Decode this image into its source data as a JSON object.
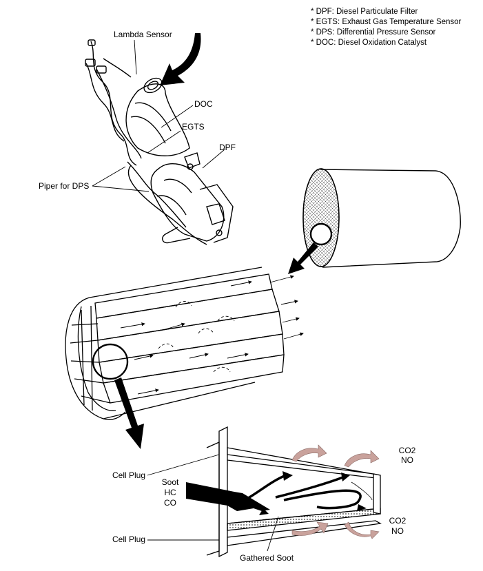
{
  "legend": [
    "* DPF: Diesel Particulate Filter",
    "* EGTS: Exhaust Gas Temperature Sensor",
    "* DPS: Differential Pressure Sensor",
    "* DOC: Diesel Oxidation Catalyst"
  ],
  "labels": {
    "lambda_sensor": "Lambda Sensor",
    "doc": "DOC",
    "egts": "EGTS",
    "dpf": "DPF",
    "piper_for_dps": "Piper for DPS",
    "cell_plug_top": "Cell Plug",
    "cell_plug_bottom": "Cell Plug",
    "inlet_soot": "Soot",
    "inlet_hc": "HC",
    "inlet_co": "CO",
    "outlet_top_co2": "CO2",
    "outlet_top_no": "NO",
    "outlet_bottom_co2": "CO2",
    "outlet_bottom_no": "NO",
    "gathered_soot": "Gathered Soot"
  },
  "colors": {
    "line": "#000000",
    "reaction_arrow": "#c9a29c",
    "background": "#ffffff"
  }
}
